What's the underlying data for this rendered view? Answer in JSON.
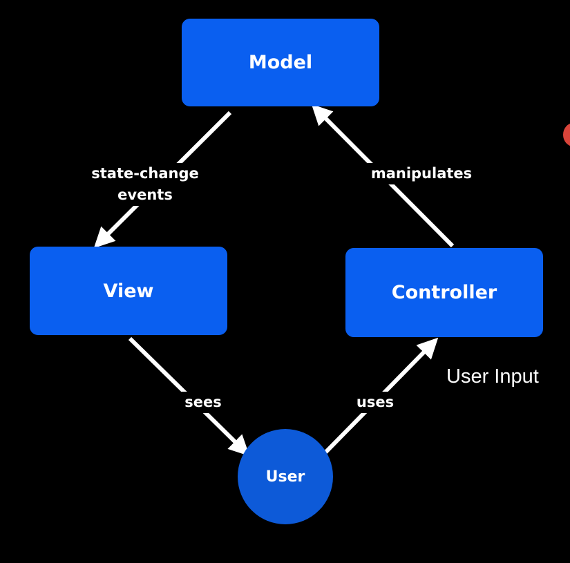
{
  "colors": {
    "background": "#000000",
    "node_fill": "#0a5ff0",
    "user_fill": "#0d5ad8",
    "arrow": "#ffffff",
    "text": "#ffffff",
    "accent_red": "#d9443a"
  },
  "nodes": {
    "model": "Model",
    "view": "View",
    "controller": "Controller",
    "user": "User"
  },
  "edges": {
    "model_to_view": {
      "line1": "state-change",
      "line2": "events"
    },
    "controller_to_model": "manipulates",
    "view_to_user": "sees",
    "user_to_controller": "uses"
  },
  "annotation": "User Input"
}
